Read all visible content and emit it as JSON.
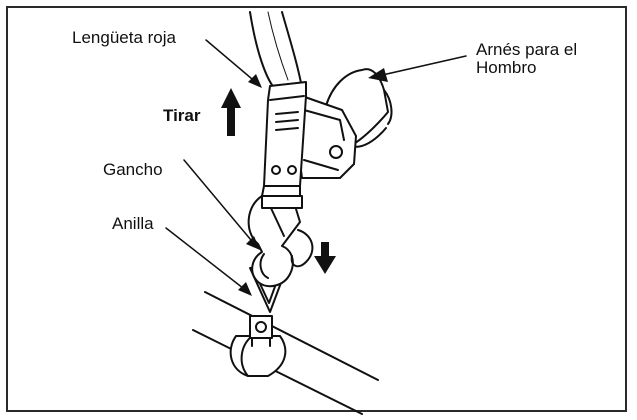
{
  "labels": {
    "red_tab": "Lengüeta roja",
    "shoulder_harness_line1": "Arnés para el",
    "shoulder_harness_line2": "Hombro",
    "pull": "Tirar",
    "hook": "Gancho",
    "ring": "Anilla"
  },
  "icons": [
    "arrow-up-icon",
    "arrow-down-icon"
  ],
  "colors": {
    "ink": "#111111",
    "frame": "#2a2a2a",
    "background": "#ffffff"
  }
}
